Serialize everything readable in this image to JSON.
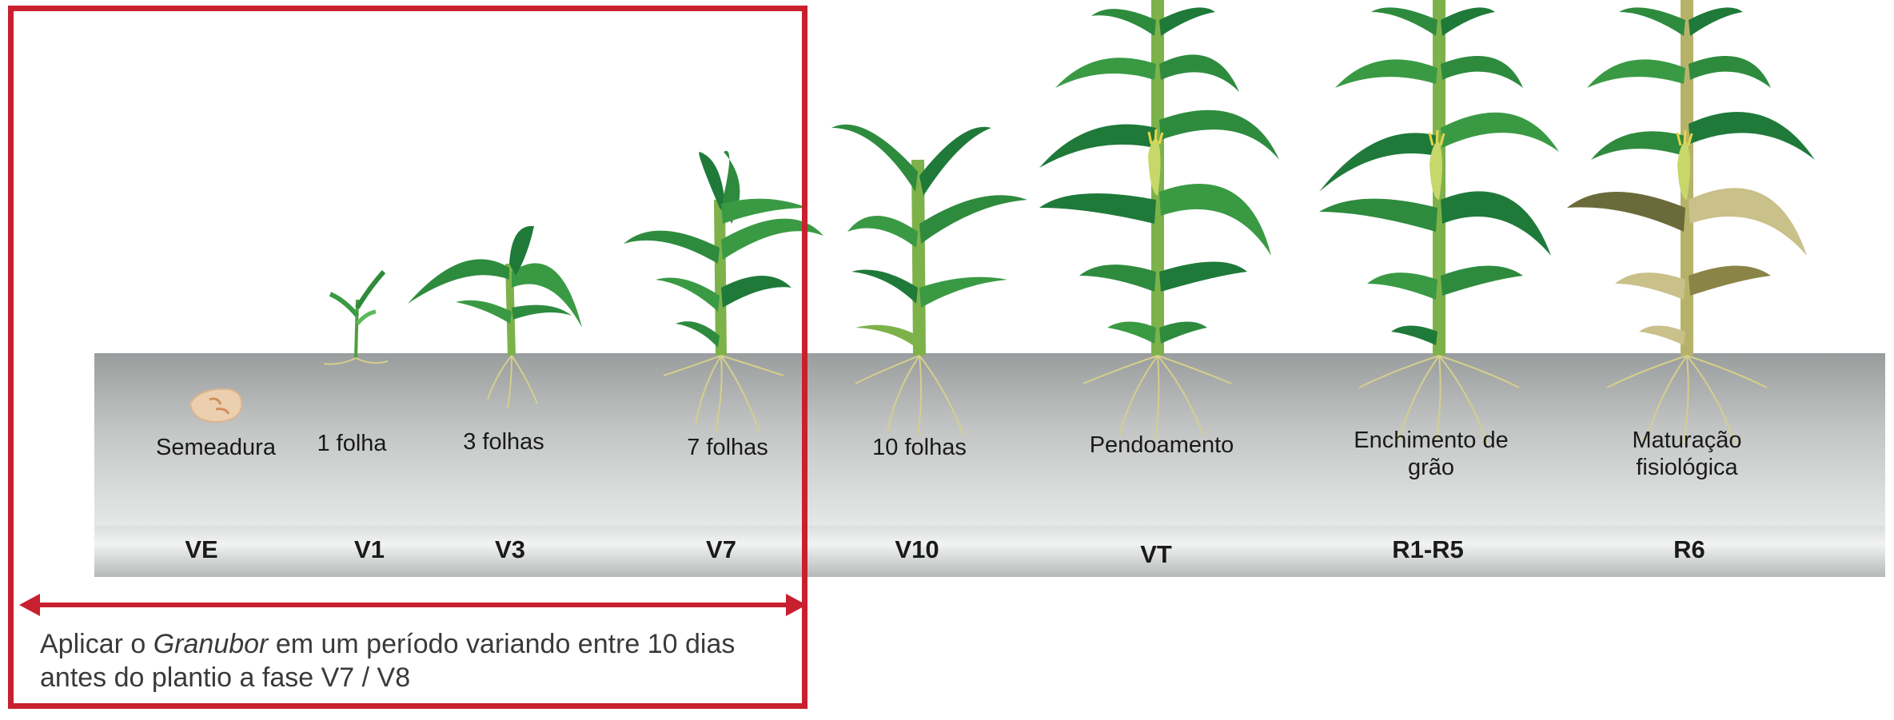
{
  "stages": [
    {
      "label": "Semeadura",
      "code": "VE"
    },
    {
      "label": "1 folha",
      "code": "V1"
    },
    {
      "label": "3 folhas",
      "code": "V3"
    },
    {
      "label": "7 folhas",
      "code": "V7"
    },
    {
      "label": "10 folhas",
      "code": "V10"
    },
    {
      "label": "Pendoamento",
      "code": "VT"
    },
    {
      "label_line1": "Enchimento de",
      "label_line2": "grão",
      "code": "R1-R5"
    },
    {
      "label_line1": "Maturação",
      "label_line2": "fisiológica",
      "code": "R6"
    }
  ],
  "note": {
    "prefix": "Aplicar o ",
    "product": "Granubor",
    "suffix": " em um período variando entre 10 dias",
    "line2": "antes do plantio a fase V7 / V8"
  },
  "colors": {
    "frame": "#c8202f",
    "leaf_dark": "#1f7a3a",
    "leaf_mid": "#3a9a44",
    "leaf_light": "#5cb85c",
    "dry_leaf": "#c9c08a",
    "root": "#d4cf8a",
    "tassel": "#e8d44a"
  }
}
